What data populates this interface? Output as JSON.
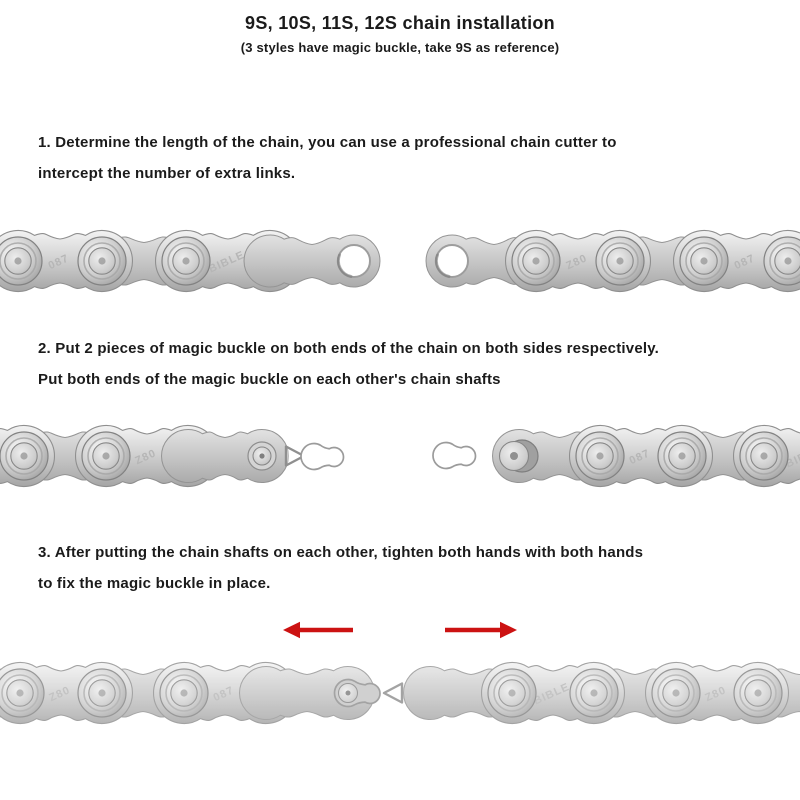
{
  "header": {
    "title": "9S, 10S, 11S, 12S chain installation",
    "subtitle": "(3 styles have magic buckle, take 9S as reference)"
  },
  "steps": [
    {
      "text": "1. Determine the length of the chain, you can use a professional chain cutter to\nintercept the number of extra links."
    },
    {
      "text": "2. Put 2 pieces of magic buckle on both ends of the chain on both sides respectively.\nPut both ends of the magic buckle on each other's chain shafts"
    },
    {
      "text": "3. After putting the chain shafts on each other, tighten both hands with both hands\nto fix the magic buckle in place."
    }
  ],
  "figures": {
    "arrow_color": "#cc1212",
    "stamps": [
      "087",
      "BIBLE",
      "Z80"
    ],
    "ink_color": "#1b1b1b",
    "metal_stroke": "#8f8f8f"
  }
}
